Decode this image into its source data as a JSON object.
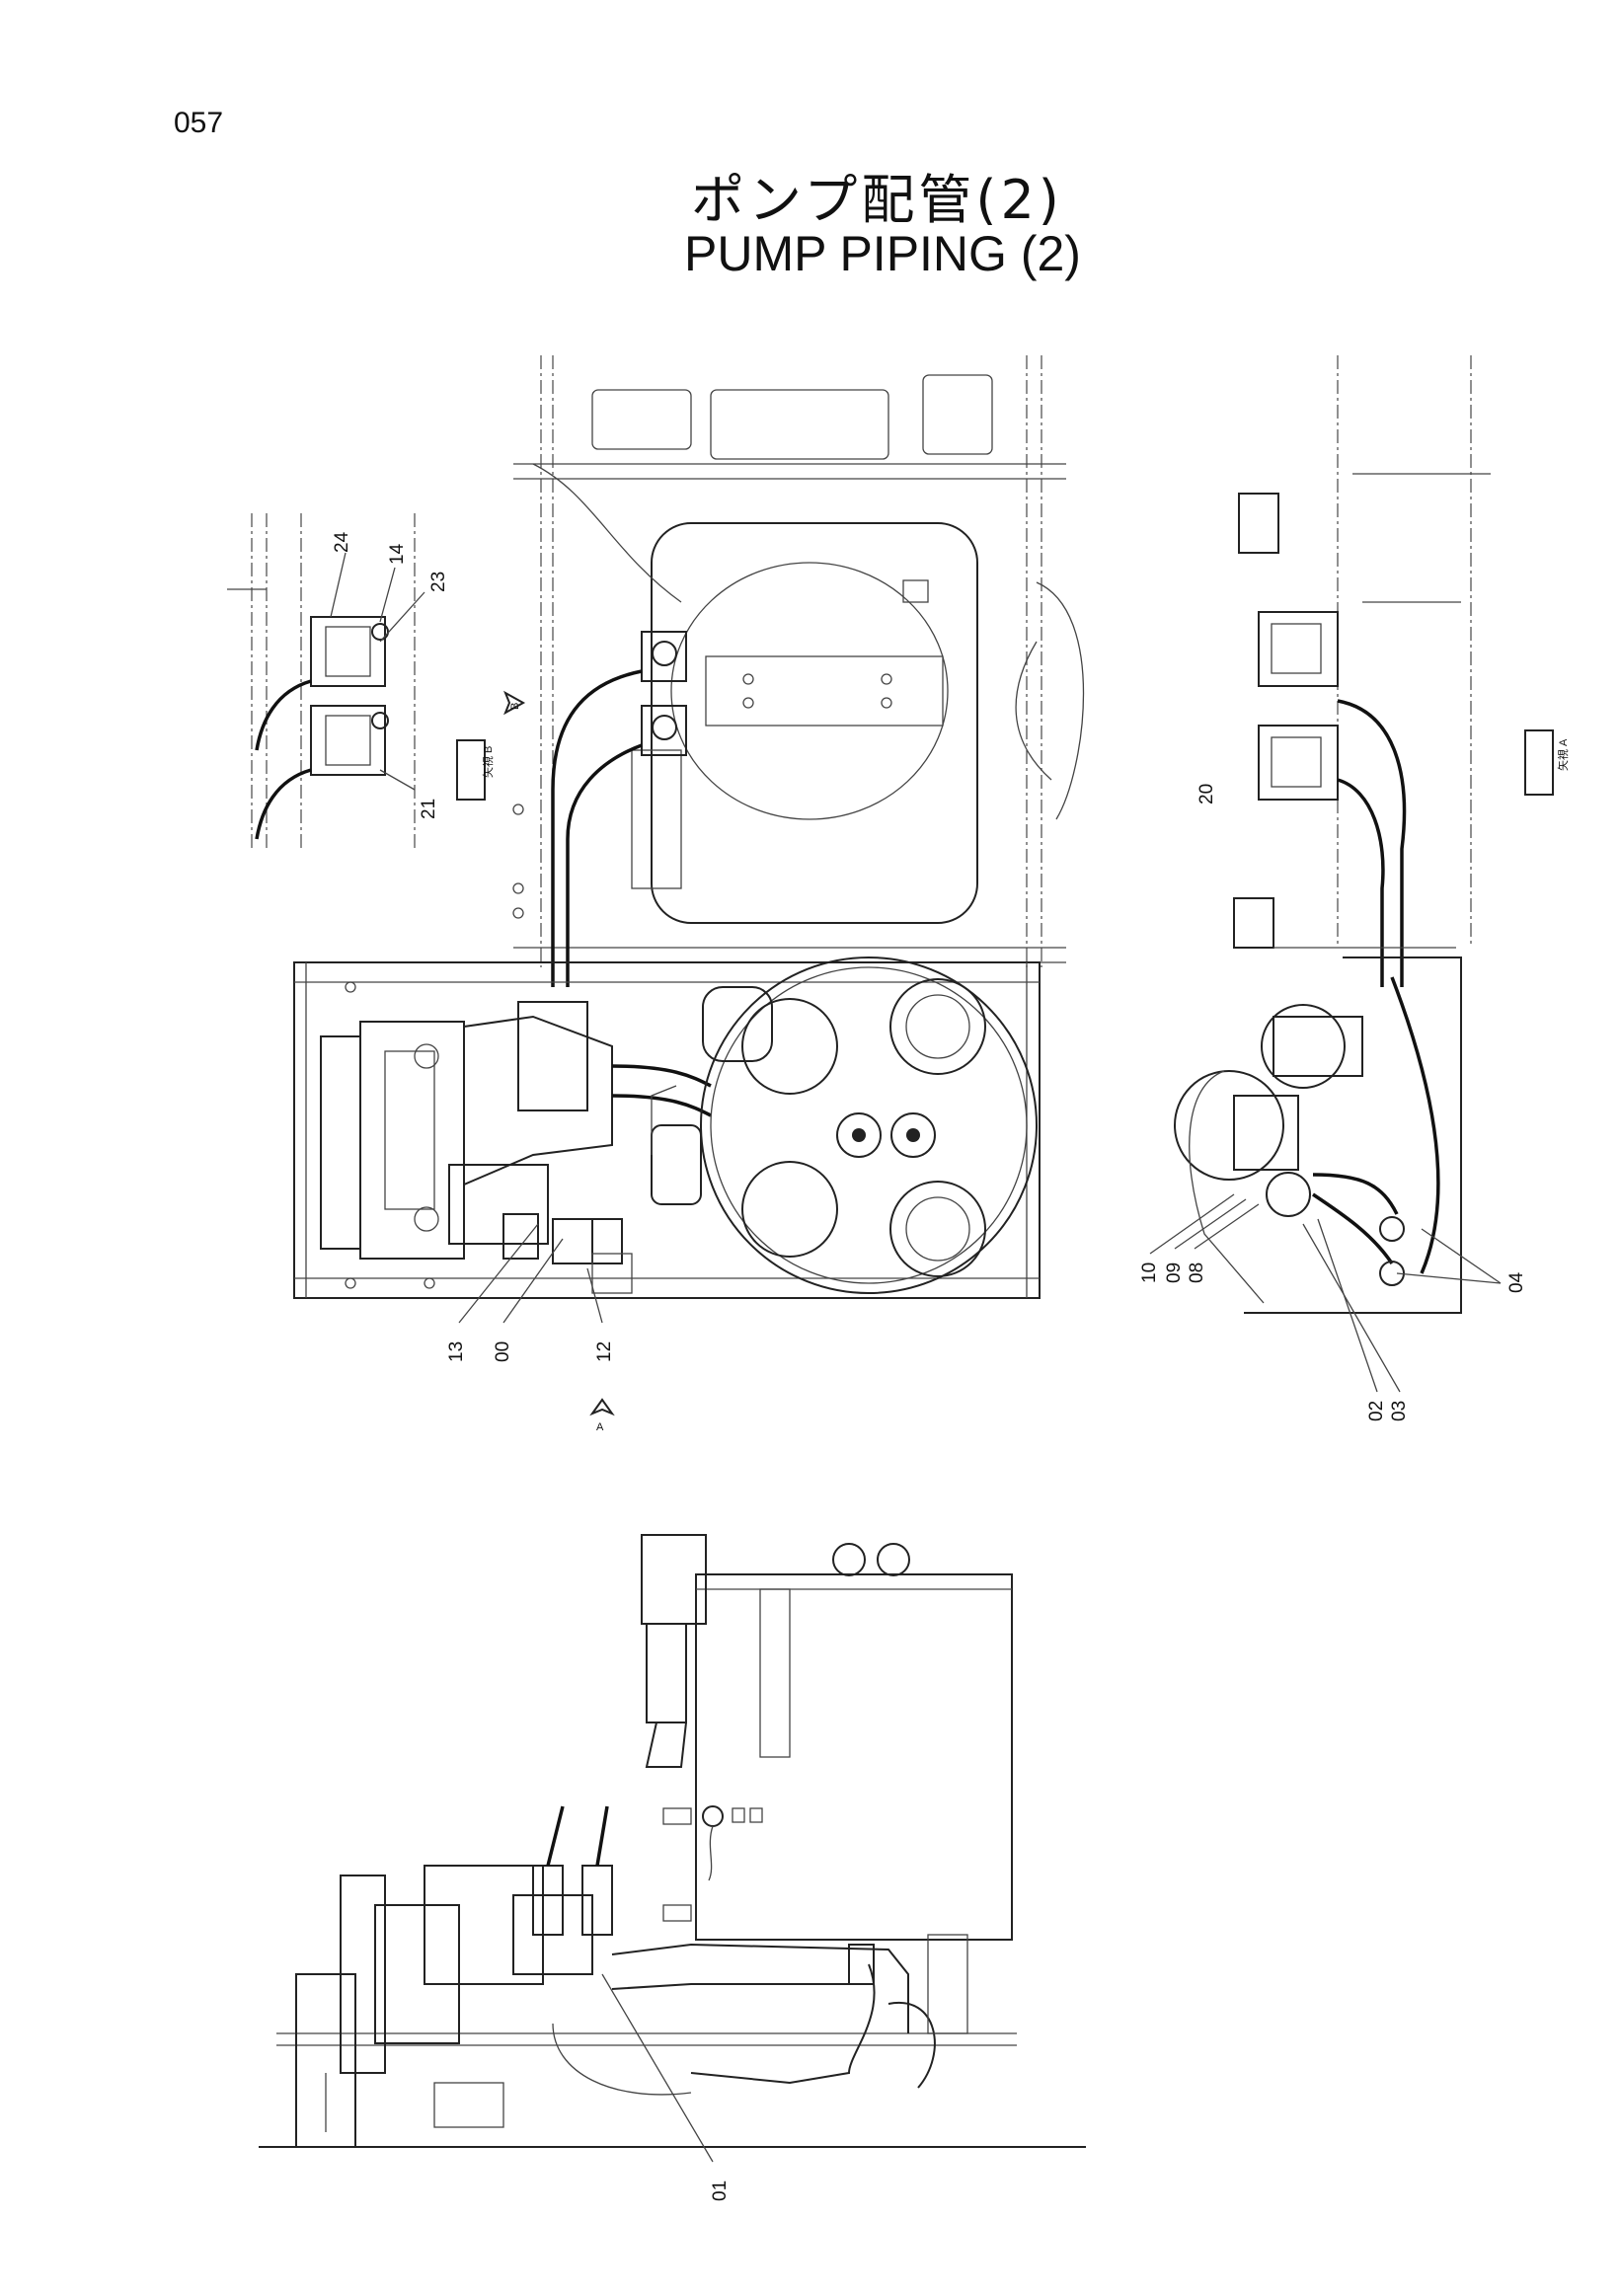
{
  "page_number": "057",
  "title_jp": "ポンプ配管(2)",
  "title_en": "PUMP PIPING (2)",
  "callouts": {
    "c24": "24",
    "c14": "14",
    "c23": "23",
    "c21": "21",
    "c20": "20",
    "c13": "13",
    "c00": "00",
    "c12": "12",
    "c10": "10",
    "c09": "09",
    "c08": "08",
    "c04": "04",
    "c02": "02",
    "c03": "03",
    "c01": "01"
  },
  "view_markers": {
    "view_a": "A",
    "view_b": "B"
  },
  "view_labels": {
    "view_b_box": "矢視 B",
    "view_a_box": "矢視 A"
  }
}
